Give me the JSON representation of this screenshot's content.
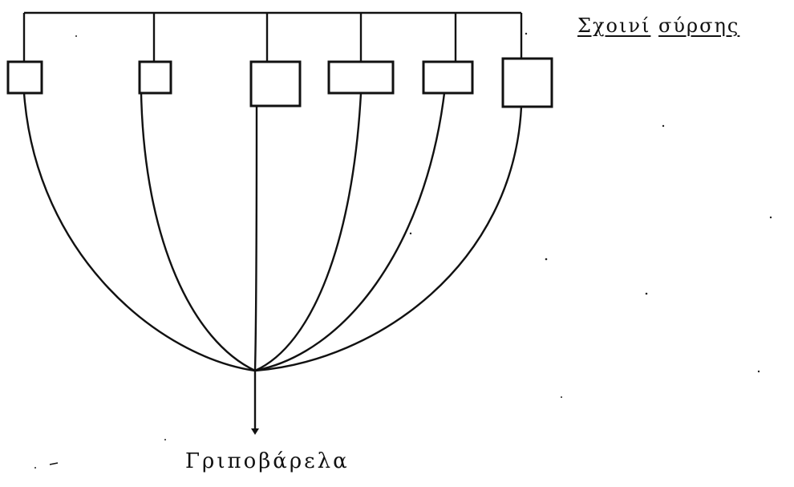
{
  "labels": {
    "rope_word_1": "Σχοινί",
    "rope_word_2": "σύρσης",
    "net": "Γριποβάρελα"
  },
  "floats_count": 6,
  "colors": {
    "line": "#111111",
    "background": "#ffffff"
  }
}
